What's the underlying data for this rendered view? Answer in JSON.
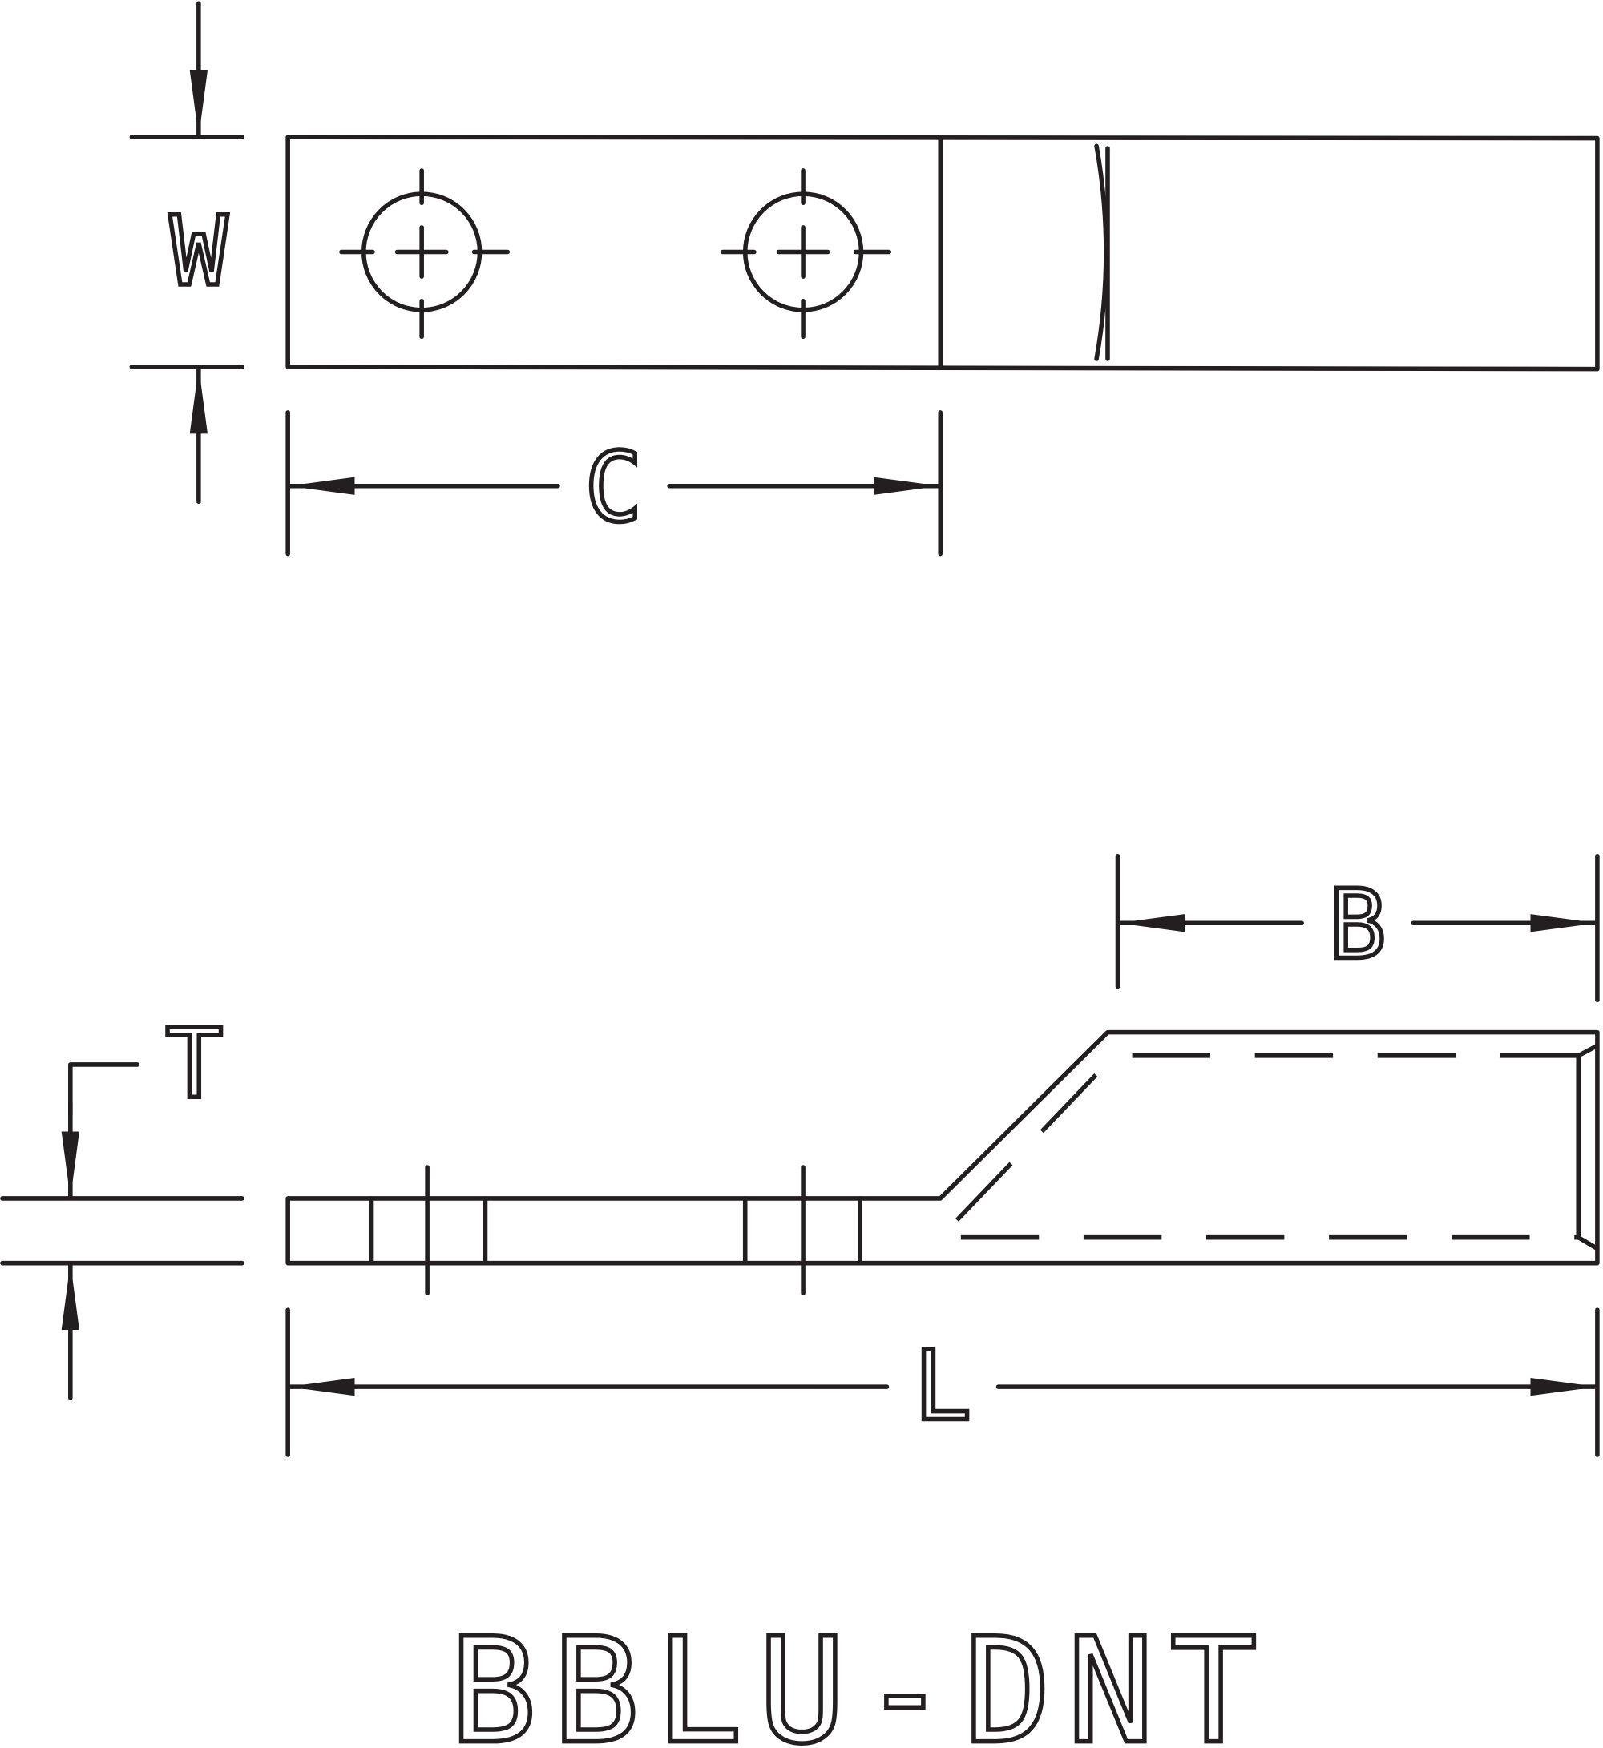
{
  "title": "BBLU-DNT",
  "dimensions": {
    "width": "W",
    "hole_spacing": "C",
    "barrel_length": "B",
    "thickness": "T",
    "overall_length": "L"
  },
  "colors": {
    "line": "#231f20",
    "background": "#ffffff"
  }
}
